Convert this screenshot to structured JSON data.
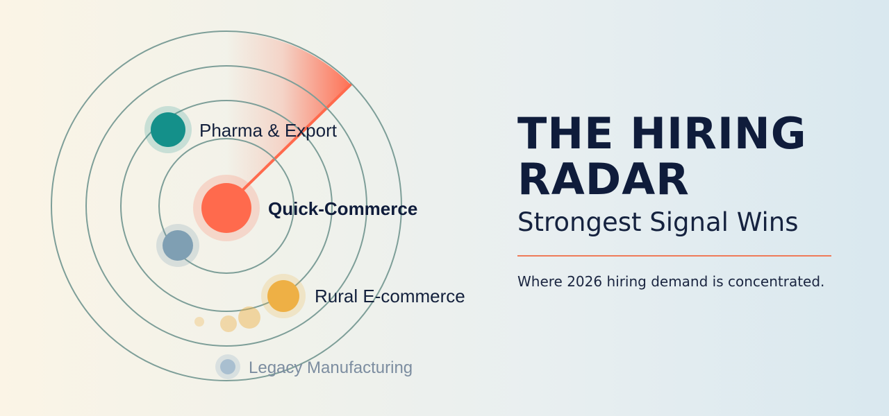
{
  "title_lines": [
    "THE HIRING",
    "RADAR"
  ],
  "subtitle": "Strongest Signal Wins",
  "caption": "Where 2026 hiring demand is concentrated.",
  "segments": [
    {
      "label": "Pharma & Export",
      "color": "#14908a",
      "emphasis": "normal"
    },
    {
      "label": "Quick-Commerce",
      "color": "#ff6a4d",
      "emphasis": "strong"
    },
    {
      "label": "",
      "color": "#7f9fb3",
      "emphasis": "normal"
    },
    {
      "label": "Rural E-commerce",
      "color": "#eeb045",
      "emphasis": "normal"
    },
    {
      "label": "Legacy Manufacturing",
      "color": "#a9bfd0",
      "emphasis": "faded"
    }
  ],
  "colors": {
    "ring": "#7d9e98",
    "sweep": "#ff6a4d",
    "title": "#0f1c3b",
    "divider": "#ef7a58"
  }
}
